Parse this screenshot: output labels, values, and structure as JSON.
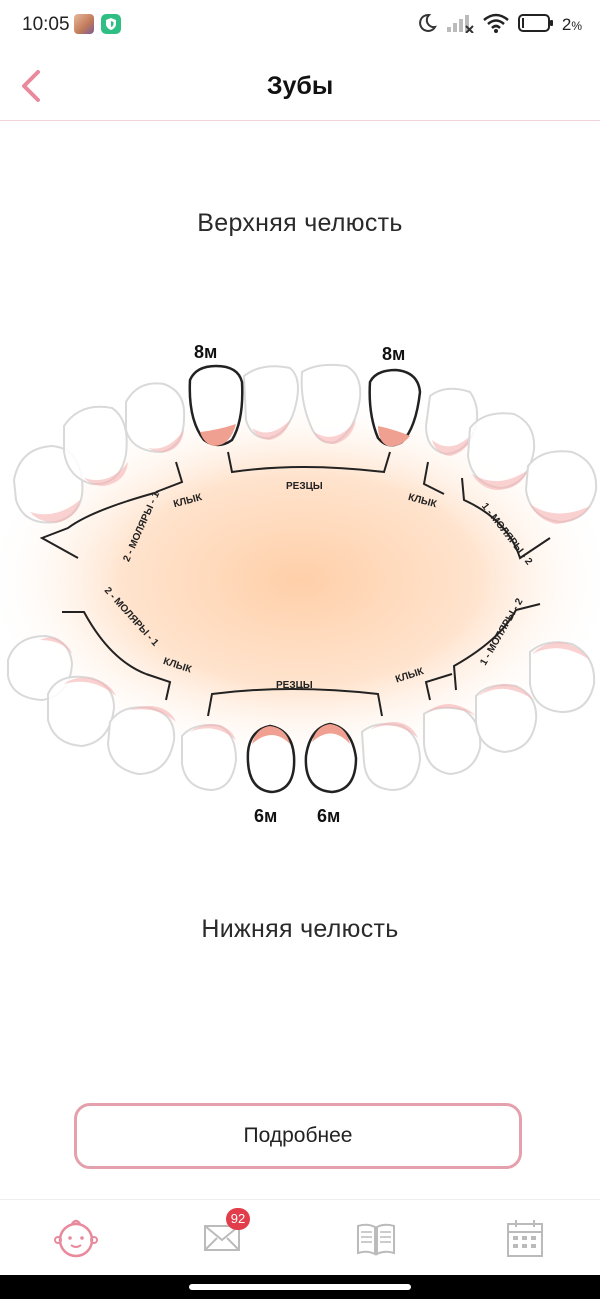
{
  "status": {
    "time": "10:05",
    "battery_pct": "2",
    "battery_unit": "%",
    "icons": [
      "photo-thumbnail-icon",
      "shield-app-icon",
      "moon-icon",
      "no-signal-icon",
      "wifi-icon",
      "battery-icon"
    ]
  },
  "header": {
    "title": "Зубы",
    "back_icon": "chevron-left-icon"
  },
  "upper_jaw": {
    "title": "Верхняя челюсть",
    "age_left": "8м",
    "age_right": "8м",
    "label_incisors": "РЕЗЦЫ",
    "label_canine_left": "КЛЫК",
    "label_canine_right": "КЛЫК",
    "label_molars_left": "2 - МОЛЯРЫ - 1",
    "label_molars_right": "1 - МОЛЯРЫ - 2"
  },
  "lower_jaw": {
    "title": "Нижняя челюсть",
    "age_left": "6м",
    "age_right": "6м",
    "label_incisors": "РЕЗЦЫ",
    "label_canine_left": "КЛЫК",
    "label_canine_right": "КЛЫК",
    "label_molars_left": "2 - МОЛЯРЫ - 1",
    "label_molars_right": "1 - МОЛЯРЫ - 2"
  },
  "details_button": {
    "label": "Подробнее"
  },
  "bottom_nav": {
    "items": [
      {
        "icon": "baby-face-icon",
        "active": true
      },
      {
        "icon": "mail-icon",
        "badge": "92"
      },
      {
        "icon": "book-icon"
      },
      {
        "icon": "calendar-icon"
      }
    ]
  },
  "colors": {
    "accent": "#e98a9c",
    "gum_pink": "#f6b3b3",
    "erupted_root": "#f0a090",
    "glow": "#ffcfa8",
    "badge": "#e23d4a"
  }
}
